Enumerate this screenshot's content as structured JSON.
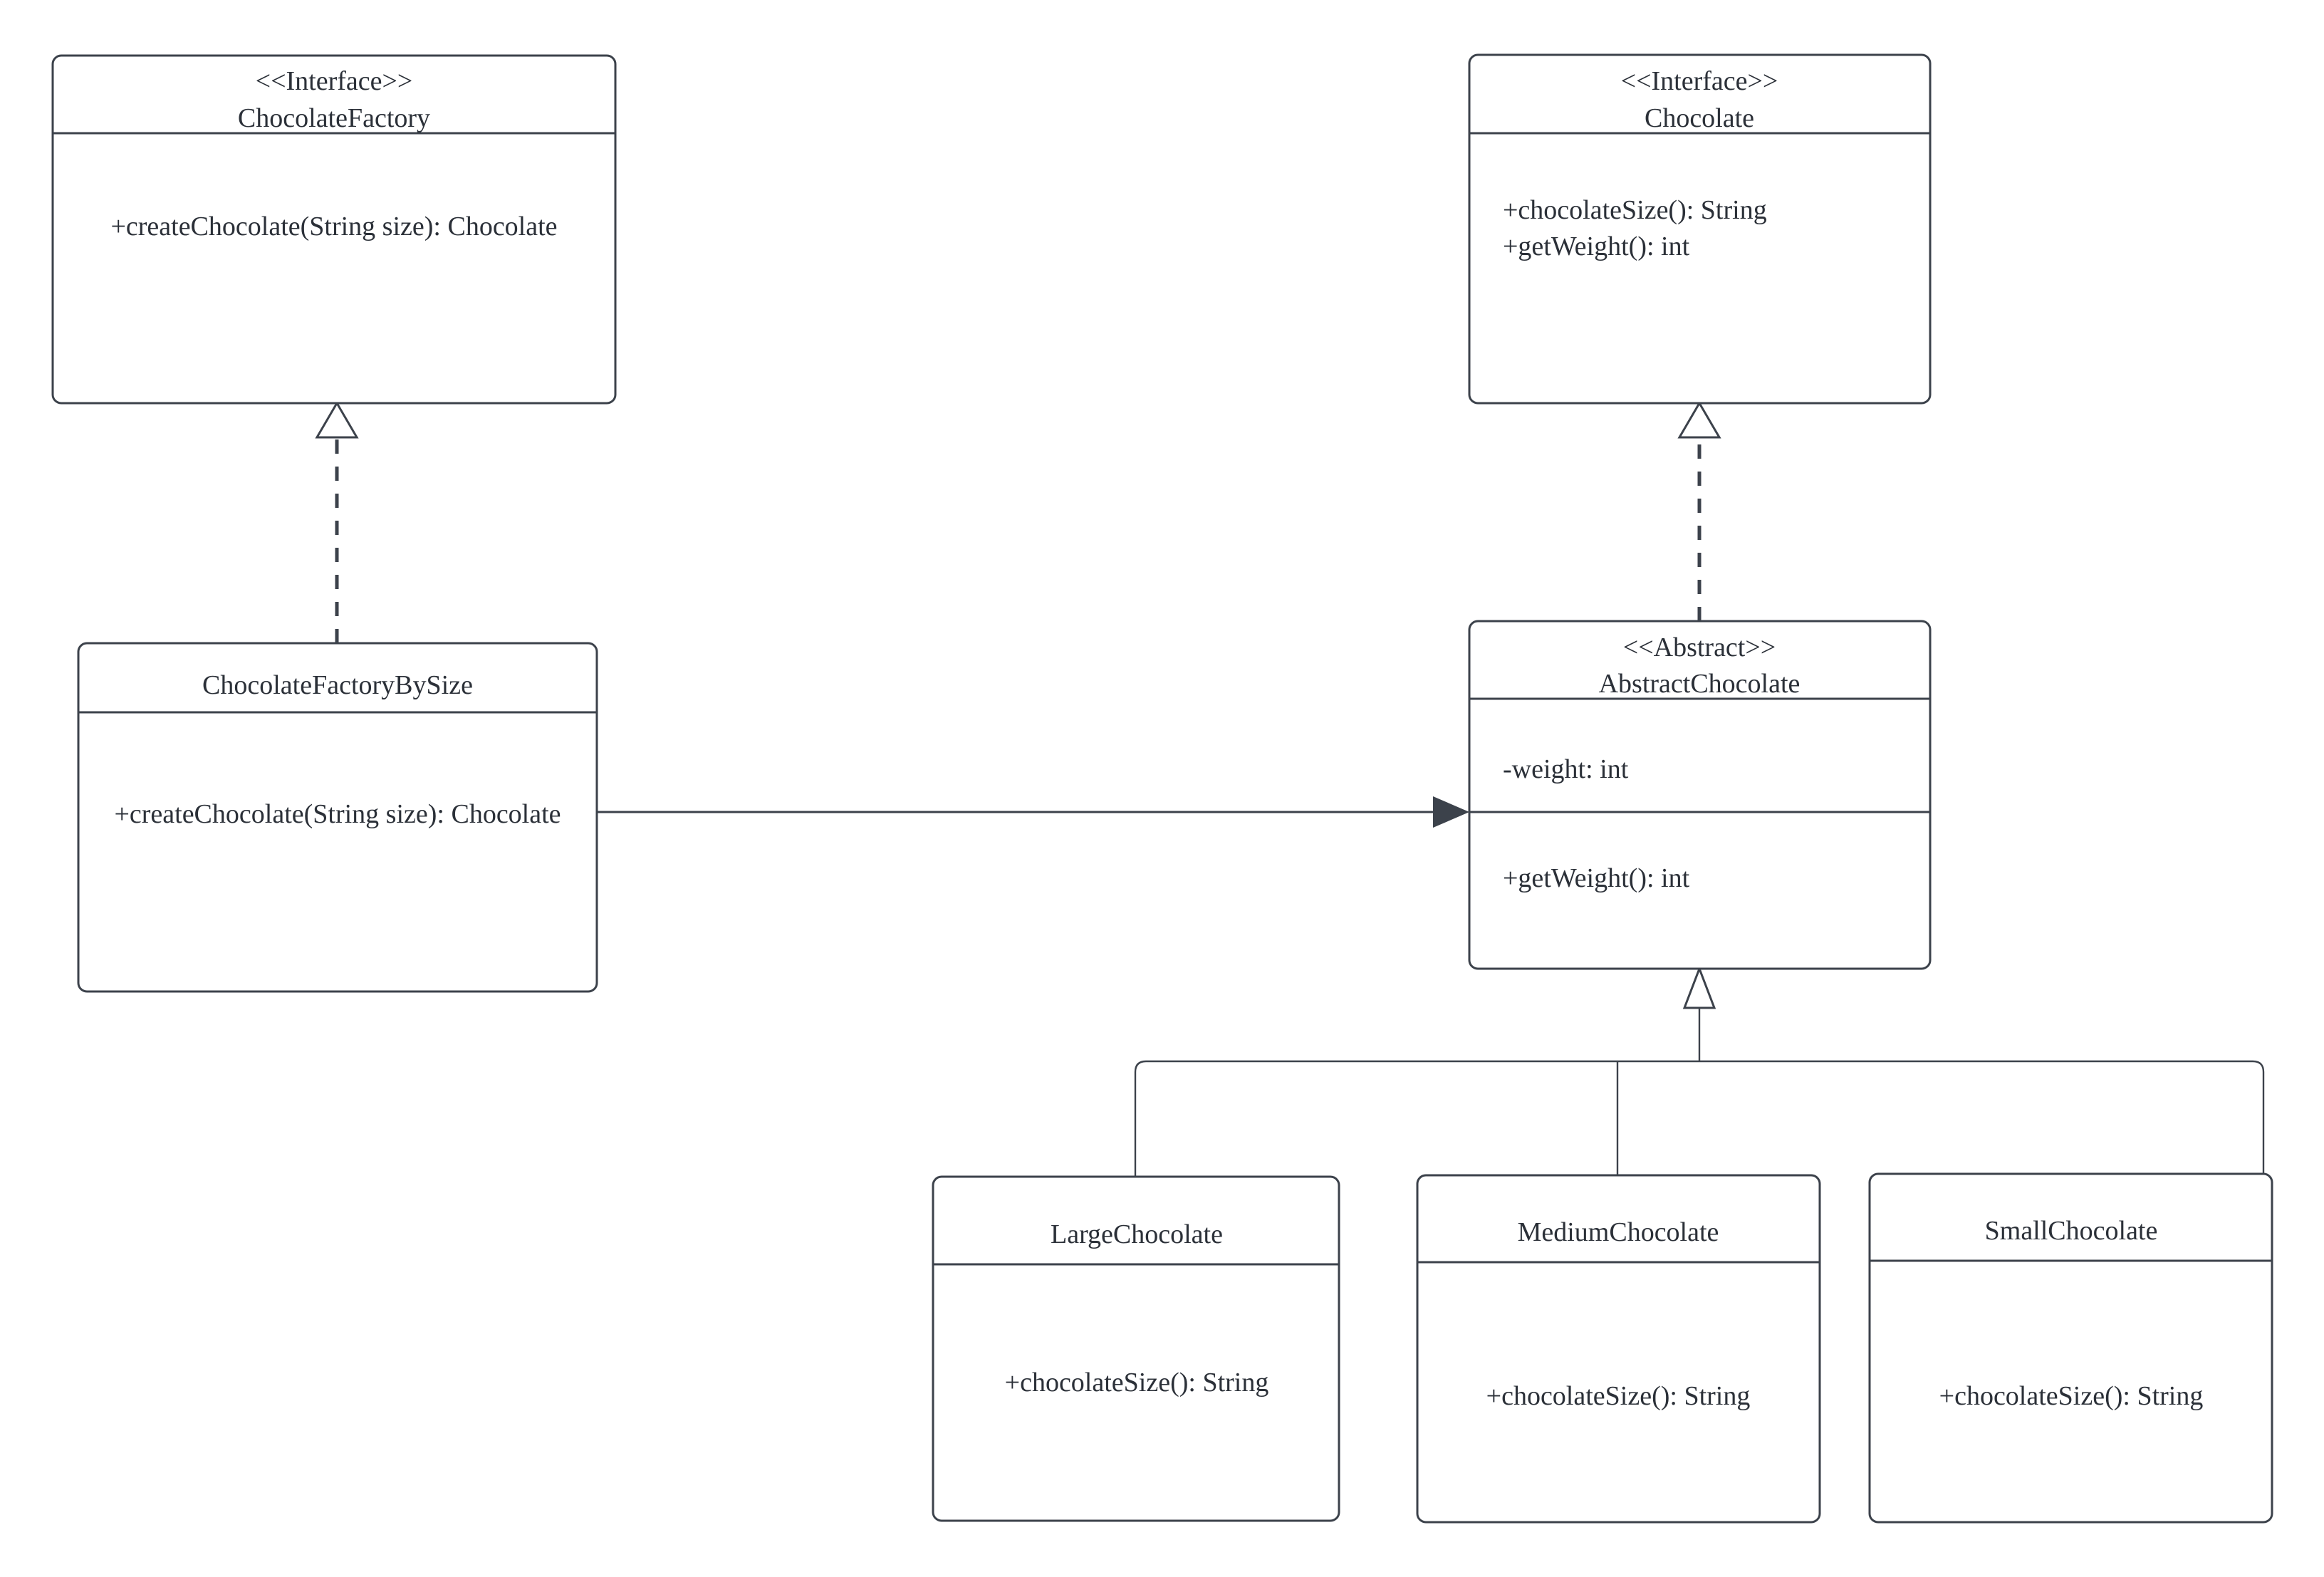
{
  "diagram": {
    "title": "Chocolate Factory UML Class Diagram",
    "type": "uml-class-diagram",
    "background_color": "#ffffff",
    "line_color": "#3c424b",
    "text_color": "#2b3038"
  },
  "classes": {
    "chocolate_factory": {
      "stereotype": "<<Interface>>",
      "name": "ChocolateFactory",
      "methods": [
        "+createChocolate(String size): Chocolate"
      ]
    },
    "chocolate": {
      "stereotype": "<<Interface>>",
      "name": "Chocolate",
      "methods": [
        "+chocolateSize(): String",
        "+getWeight(): int"
      ]
    },
    "chocolate_factory_by_size": {
      "stereotype": "",
      "name": "ChocolateFactoryBySize",
      "methods": [
        "+createChocolate(String size): Chocolate"
      ]
    },
    "abstract_chocolate": {
      "stereotype": "<<Abstract>>",
      "name": "AbstractChocolate",
      "attributes": [
        "-weight: int"
      ],
      "methods": [
        "+getWeight(): int"
      ]
    },
    "large_chocolate": {
      "stereotype": "",
      "name": "LargeChocolate",
      "methods": [
        "+chocolateSize(): String"
      ]
    },
    "medium_chocolate": {
      "stereotype": "",
      "name": "MediumChocolate",
      "methods": [
        "+chocolateSize(): String"
      ]
    },
    "small_chocolate": {
      "stereotype": "",
      "name": "SmallChocolate",
      "methods": [
        "+chocolateSize(): String"
      ]
    }
  },
  "relationships": [
    {
      "id": "realize-factory",
      "kind": "realization",
      "line": "dashed",
      "arrowhead": "hollow-triangle",
      "from": "ChocolateFactoryBySize",
      "to": "ChocolateFactory"
    },
    {
      "id": "realize-abstract-chocolate",
      "kind": "realization",
      "line": "dashed",
      "arrowhead": "hollow-triangle",
      "from": "AbstractChocolate",
      "to": "Chocolate"
    },
    {
      "id": "assoc-factory-to-abstract",
      "kind": "association",
      "line": "solid",
      "arrowhead": "filled-arrow",
      "from": "ChocolateFactoryBySize",
      "to": "AbstractChocolate"
    },
    {
      "id": "generalize-large",
      "kind": "generalization",
      "line": "solid",
      "arrowhead": "hollow-triangle",
      "from": "LargeChocolate",
      "to": "AbstractChocolate"
    },
    {
      "id": "generalize-medium",
      "kind": "generalization",
      "line": "solid",
      "arrowhead": "hollow-triangle",
      "from": "MediumChocolate",
      "to": "AbstractChocolate"
    },
    {
      "id": "generalize-small",
      "kind": "generalization",
      "line": "solid",
      "arrowhead": "hollow-triangle",
      "from": "SmallChocolate",
      "to": "AbstractChocolate"
    }
  ]
}
